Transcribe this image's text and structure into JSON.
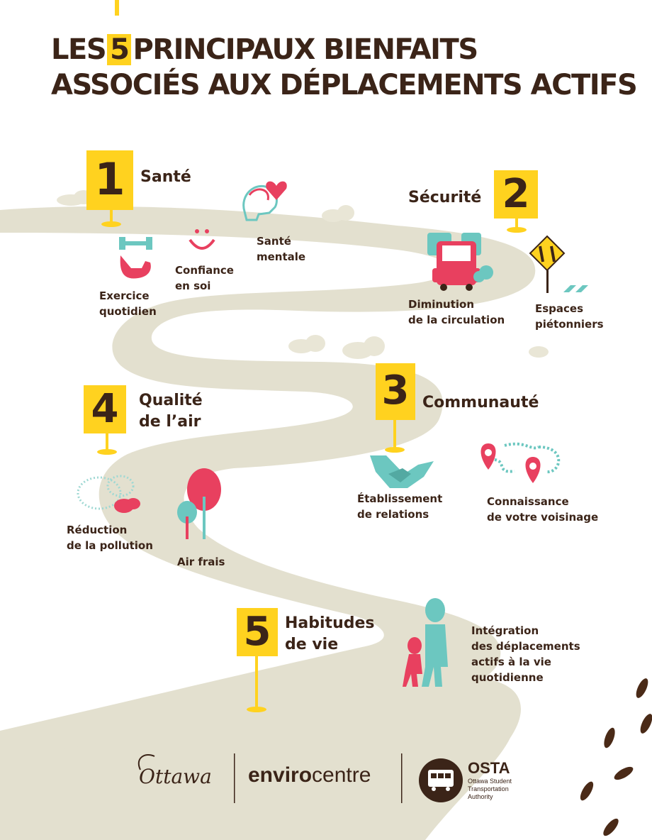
{
  "title": {
    "line1_pre": "LES",
    "number": "5",
    "line1_post": "PRINCIPAUX BIENFAITS",
    "line2": "ASSOCIÉS AUX DÉPLACEMENTS ACTIFS"
  },
  "benefits": [
    {
      "number": "1",
      "title": "Santé",
      "items": [
        "Exercice",
        "quotidien",
        "Confiance",
        "en soi",
        "Santé",
        "mentale"
      ]
    },
    {
      "number": "2",
      "title": "Sécurité",
      "items": [
        "Diminution",
        "de la circulation",
        "Espaces",
        "piétonniers"
      ]
    },
    {
      "number": "3",
      "title": "Communauté",
      "items": [
        "Établissement",
        "de relations",
        "Connaissance",
        "de votre voisinage"
      ]
    },
    {
      "number": "4",
      "title_line1": "Qualité",
      "title_line2": "de l’air",
      "items": [
        "Réduction",
        "de la pollution",
        "Air frais"
      ]
    },
    {
      "number": "5",
      "title_line1": "Habitudes",
      "title_line2": "de vie",
      "items": [
        "Intégration",
        "des déplacements",
        "actifs à la vie",
        "quotidienne"
      ]
    }
  ],
  "logos": {
    "ottawa": "Ottawa",
    "envirocentre_bold": "enviro",
    "envirocentre_light": "centre",
    "osta": "OSTA",
    "osta_full1": "Ottawa Student",
    "osta_full2": "Transportation",
    "osta_full3": "Authority"
  },
  "colors": {
    "sign_yellow": "#ffd21f",
    "text_brown": "#3b2418",
    "path_beige": "#e3e0cf",
    "accent_red": "#e8405f",
    "accent_teal": "#6cc7c0"
  }
}
